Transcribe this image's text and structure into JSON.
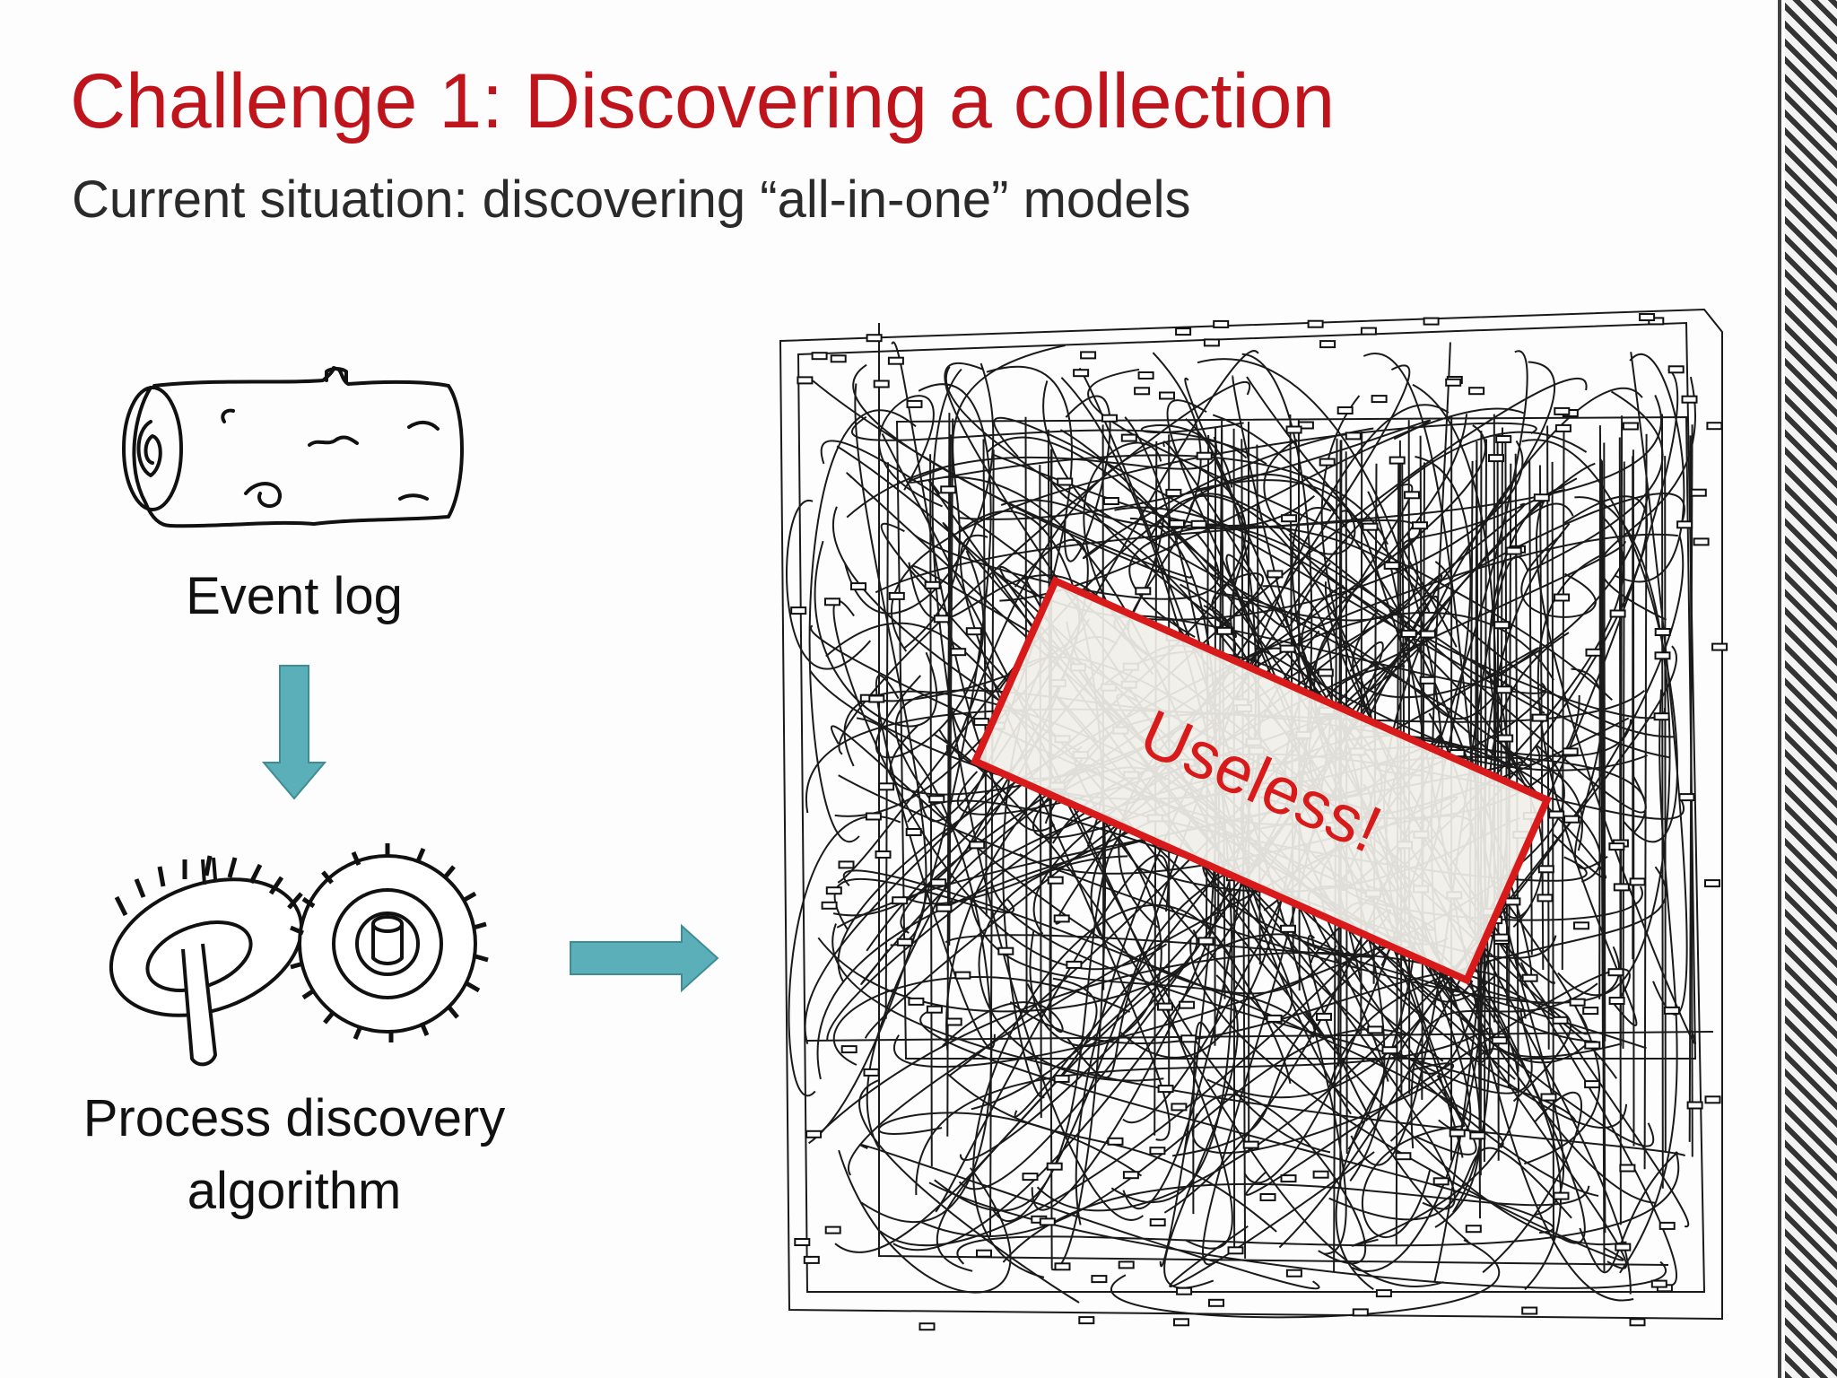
{
  "title": "Challenge 1: Discovering a collection",
  "subtitle": "Current situation: discovering “all-in-one” models",
  "left_column": {
    "event_log_label": "Event log",
    "algorithm_label_line1": "Process discovery",
    "algorithm_label_line2": "algorithm"
  },
  "stamp": {
    "text": "Useless!",
    "color": "#d81a1a"
  },
  "colors": {
    "title": "#c0141c",
    "arrow": "#5aafb8",
    "stamp": "#d81a1a"
  },
  "icons": {
    "event_log": "log-icon",
    "algorithm": "gears-icon",
    "down_arrow": "arrow-down-icon",
    "right_arrow": "arrow-right-icon"
  }
}
